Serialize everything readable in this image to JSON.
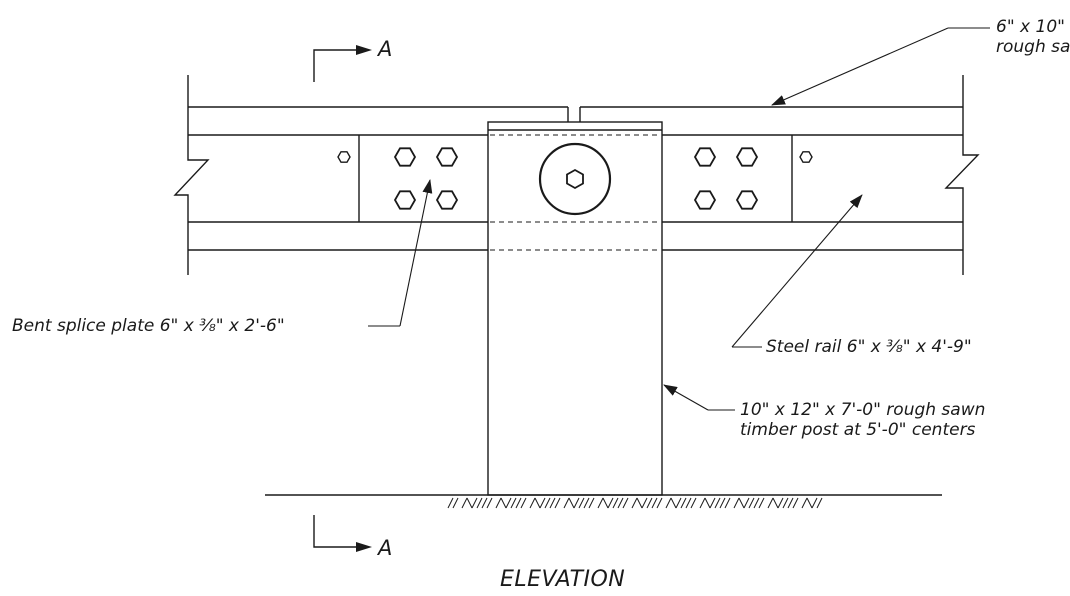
{
  "diagram": {
    "title": "ELEVATION",
    "section_marks": {
      "top": "A",
      "bottom": "A"
    },
    "callouts": {
      "top_rail": {
        "line1": "6\" x 10\"",
        "line2": "rough sa"
      },
      "splice_plate": "Bent splice plate 6\" x ⅜\" x 2'-6\"",
      "steel_rail": "Steel rail 6\" x ⅜\" x 4'-9\"",
      "post": {
        "line1": "10\" x 12\" x 7'-0\" rough sawn",
        "line2": "timber post at 5'-0\" centers"
      }
    }
  }
}
